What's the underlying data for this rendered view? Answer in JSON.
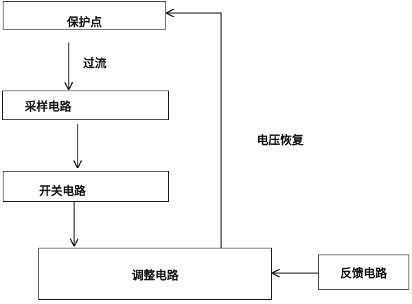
{
  "diagram": {
    "nodes": {
      "protection_point": "保护点",
      "sampling_circuit": "采样电路",
      "switch_circuit": "开关电路",
      "adjust_circuit": "调整电路",
      "feedback_circuit": "反馈电路"
    },
    "edge_labels": {
      "overcurrent": "过流",
      "voltage_recovery": "电压恢复"
    }
  }
}
